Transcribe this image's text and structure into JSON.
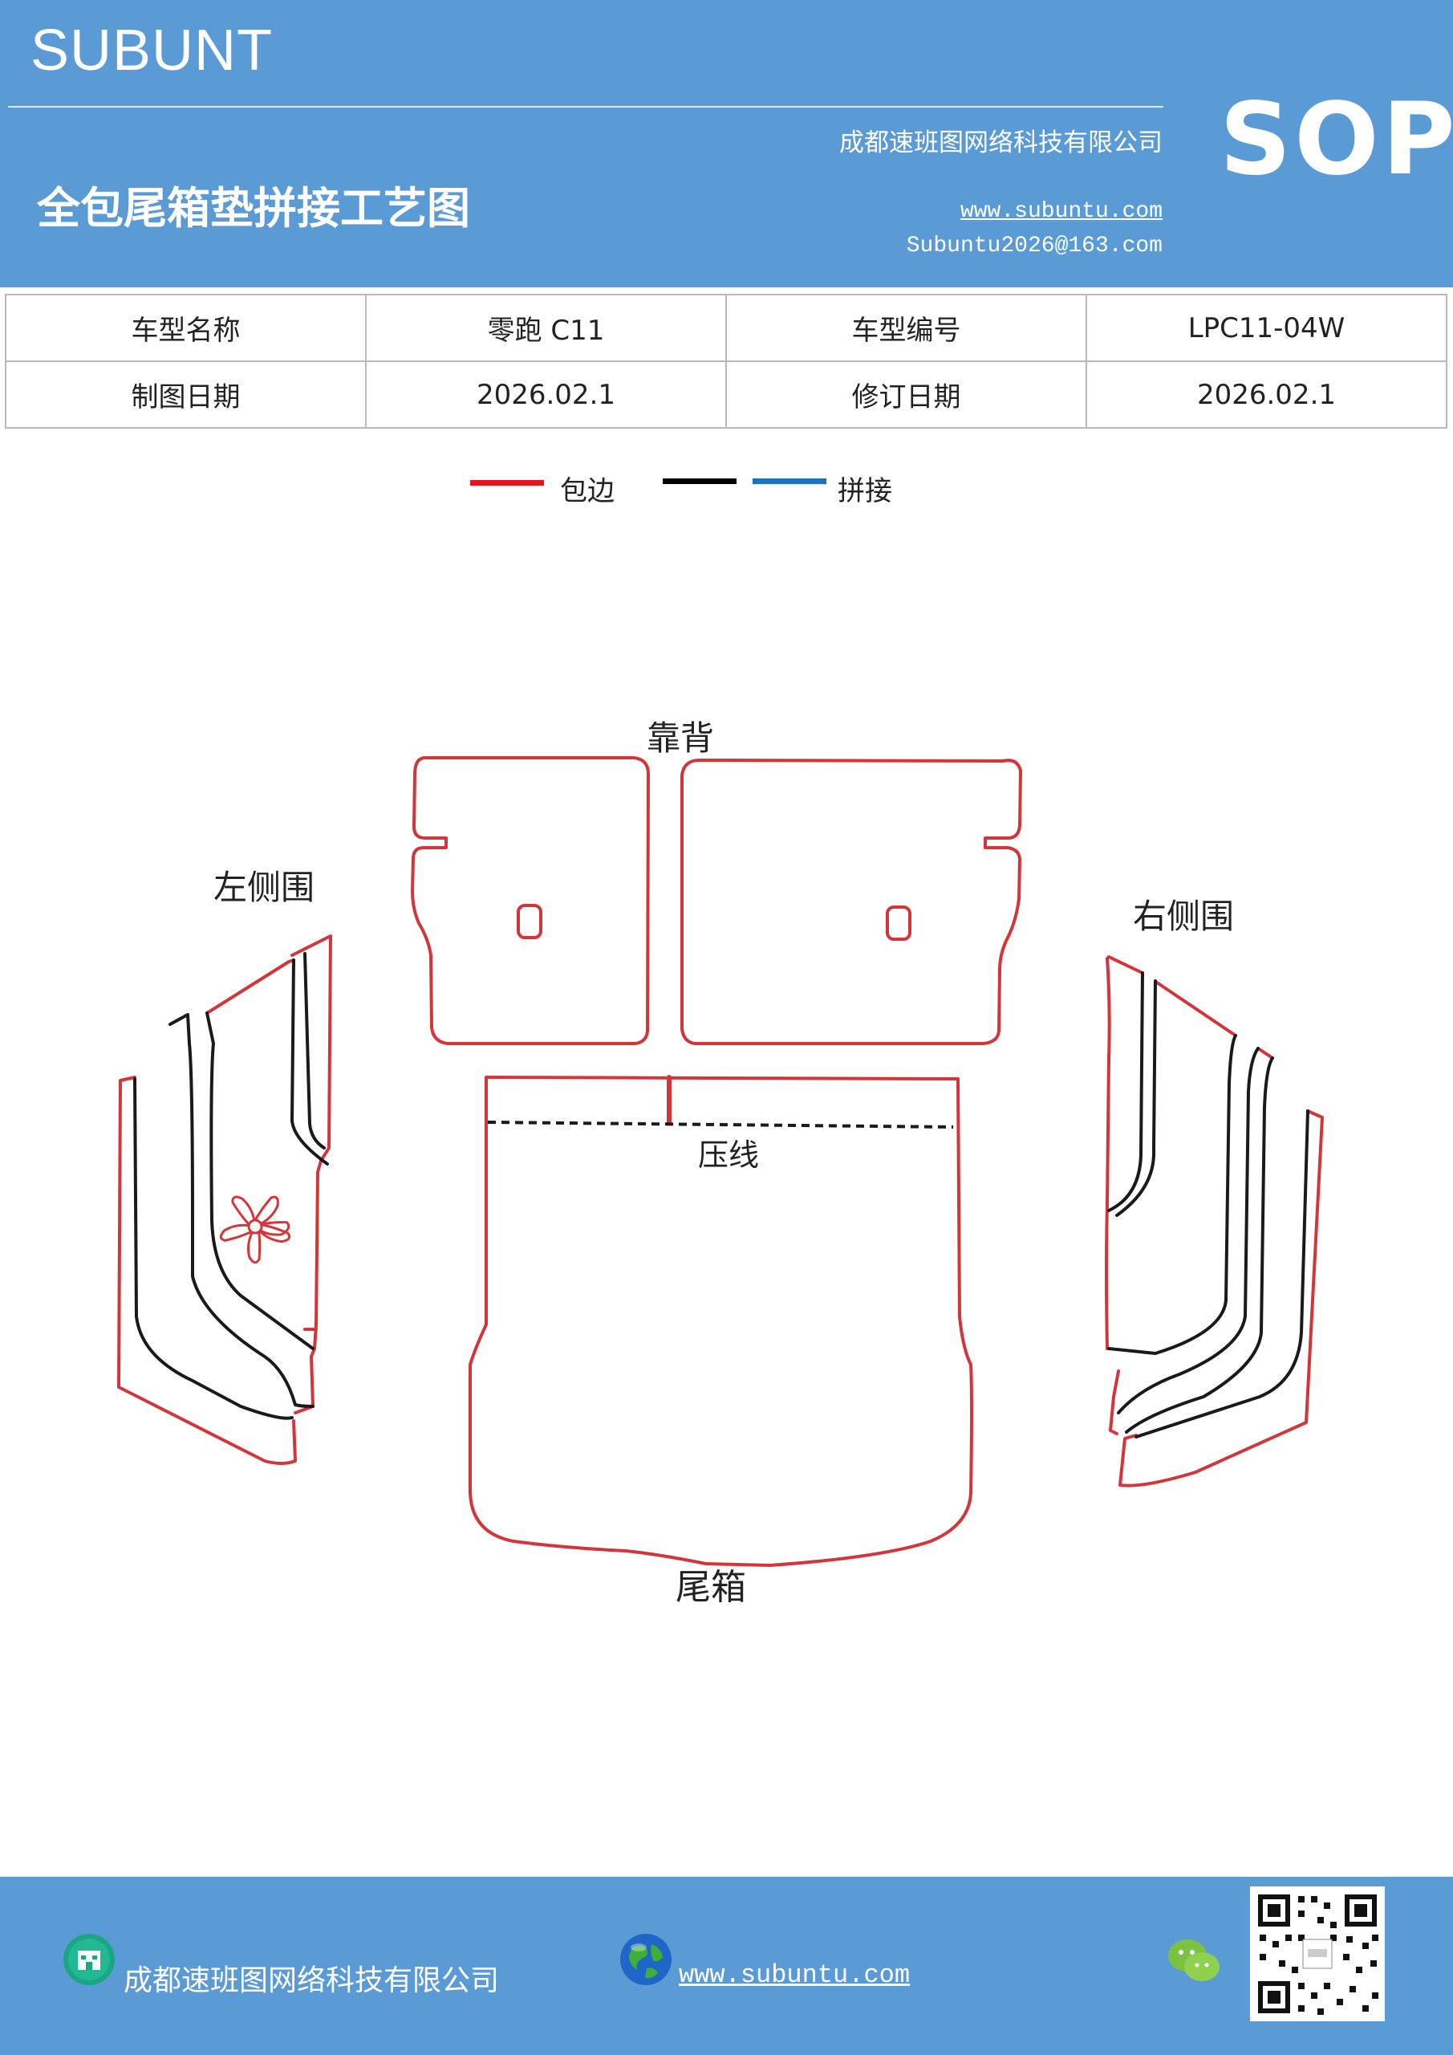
{
  "header": {
    "brand": "SUBUNT",
    "badge": "SOP",
    "company": "成都速班图网络科技有限公司",
    "title": "全包尾箱垫拼接工艺图",
    "website": "www.subuntu.com",
    "email": "Subuntu2026@163.com",
    "background_color": "#5b9bd5"
  },
  "info_table": {
    "rows": [
      [
        "车型名称",
        "零跑 C11",
        "车型编号",
        "LPC11-04W"
      ],
      [
        "制图日期",
        "2026.02.1",
        "修订日期",
        "2026.02.1"
      ]
    ]
  },
  "legend": {
    "items": [
      {
        "label": "包边",
        "color": "#e8141b"
      },
      {
        "label": "",
        "color": "#000000"
      },
      {
        "label": "拼接",
        "color": "#1f70c1"
      }
    ]
  },
  "diagram": {
    "labels": {
      "backrest": "靠背",
      "left_side": "左侧围",
      "right_side": "右侧围",
      "crease": "压线",
      "trunk": "尾箱"
    },
    "colors": {
      "edge": "#d3363a",
      "seam": "#1a1a1a"
    }
  },
  "footer": {
    "company": "成都速班图网络科技有限公司",
    "website": "www.subuntu.com",
    "icons": [
      "building-icon",
      "globe-icon",
      "wechat-icon",
      "qr-code"
    ]
  }
}
